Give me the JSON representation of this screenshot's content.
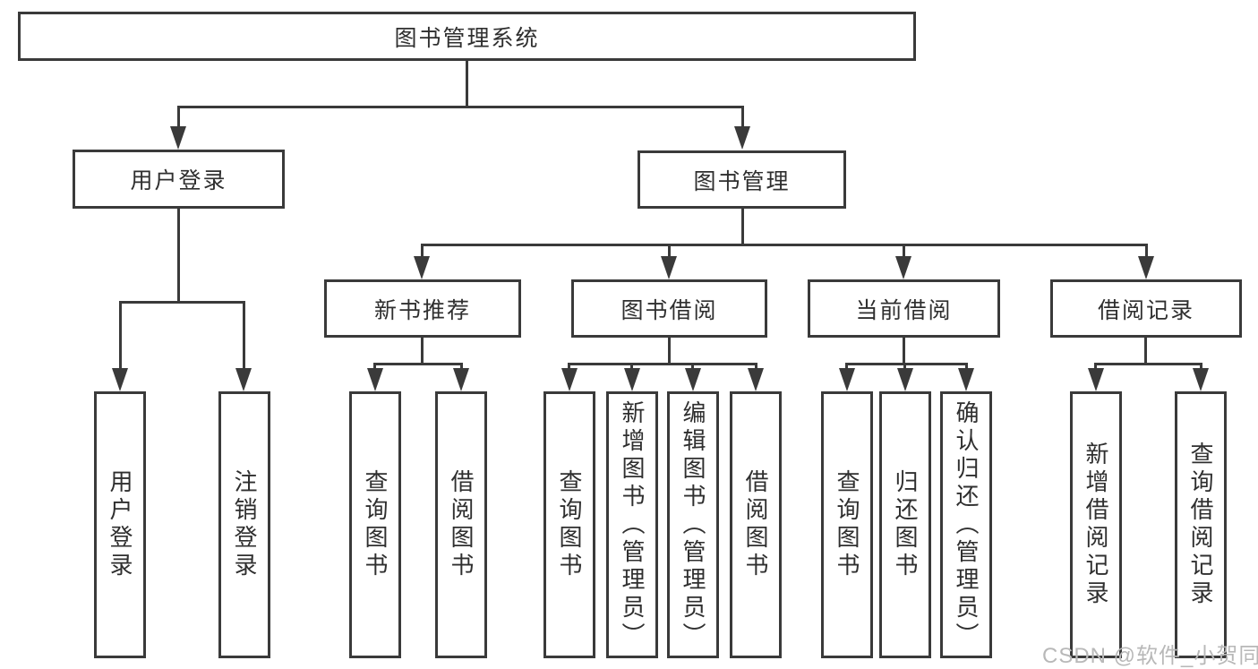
{
  "colors": {
    "line": "#3a3a3a",
    "text": "#2f2f2f",
    "bg": "#ffffff",
    "watermark": "#b8b8b8"
  },
  "nodes": {
    "root": {
      "label": "图书管理系统"
    },
    "user_login": {
      "label": "用户登录"
    },
    "book_mgmt": {
      "label": "图书管理"
    },
    "new_book": {
      "label": "新书推荐"
    },
    "book_borrow": {
      "label": "图书借阅"
    },
    "current_borrow": {
      "label": "当前借阅"
    },
    "borrow_record": {
      "label": "借阅记录"
    },
    "leaves": [
      {
        "label": "用户登录"
      },
      {
        "label": "注销登录"
      },
      {
        "label": "查询图书"
      },
      {
        "label": "借阅图书"
      },
      {
        "label": "查询图书"
      },
      {
        "label": "新增图书（管理员）"
      },
      {
        "label": "编辑图书（管理员）"
      },
      {
        "label": "借阅图书"
      },
      {
        "label": "查询图书"
      },
      {
        "label": "归还图书"
      },
      {
        "label": "确认归还（管理员）"
      },
      {
        "label": "新增借阅记录"
      },
      {
        "label": "查询借阅记录"
      }
    ]
  },
  "watermark": {
    "text": "CSDN @软件_小贺同学"
  }
}
